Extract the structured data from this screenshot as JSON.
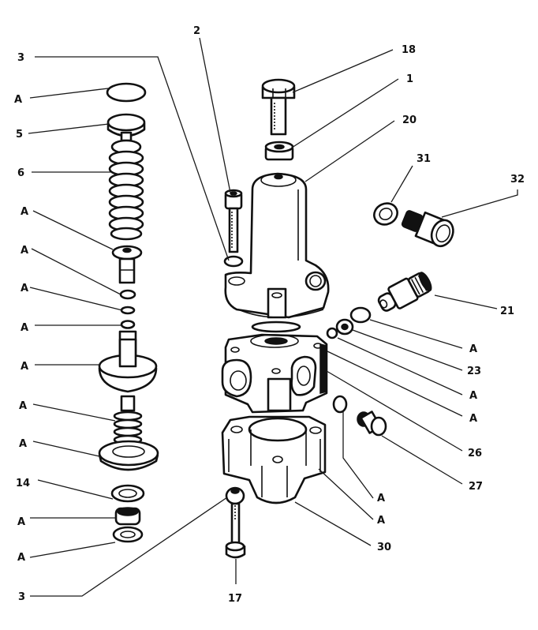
{
  "diagram": {
    "title": "Exploded view of pressure valve assembly",
    "labels": [
      {
        "id": "lbl-3-top",
        "text": "3"
      },
      {
        "id": "lbl-a-1",
        "text": "A"
      },
      {
        "id": "lbl-5",
        "text": "5"
      },
      {
        "id": "lbl-6",
        "text": "6"
      },
      {
        "id": "lbl-a-2",
        "text": "A"
      },
      {
        "id": "lbl-a-3",
        "text": "A"
      },
      {
        "id": "lbl-a-4",
        "text": "A"
      },
      {
        "id": "lbl-a-5",
        "text": "A"
      },
      {
        "id": "lbl-a-6",
        "text": "A"
      },
      {
        "id": "lbl-a-7",
        "text": "A"
      },
      {
        "id": "lbl-a-8",
        "text": "A"
      },
      {
        "id": "lbl-14",
        "text": "14"
      },
      {
        "id": "lbl-a-9",
        "text": "A"
      },
      {
        "id": "lbl-a-10",
        "text": "A"
      },
      {
        "id": "lbl-3-bottom",
        "text": "3"
      },
      {
        "id": "lbl-2",
        "text": "2"
      },
      {
        "id": "lbl-18",
        "text": "18"
      },
      {
        "id": "lbl-1",
        "text": "1"
      },
      {
        "id": "lbl-20",
        "text": "20"
      },
      {
        "id": "lbl-31",
        "text": "31"
      },
      {
        "id": "lbl-32",
        "text": "32"
      },
      {
        "id": "lbl-21",
        "text": "21"
      },
      {
        "id": "lbl-a-11",
        "text": "A"
      },
      {
        "id": "lbl-23",
        "text": "23"
      },
      {
        "id": "lbl-a-12",
        "text": "A"
      },
      {
        "id": "lbl-a-13",
        "text": "A"
      },
      {
        "id": "lbl-26",
        "text": "26"
      },
      {
        "id": "lbl-27",
        "text": "27"
      },
      {
        "id": "lbl-a-14",
        "text": "A"
      },
      {
        "id": "lbl-a-15",
        "text": "A"
      },
      {
        "id": "lbl-30",
        "text": "30"
      },
      {
        "id": "lbl-17",
        "text": "17"
      }
    ]
  }
}
